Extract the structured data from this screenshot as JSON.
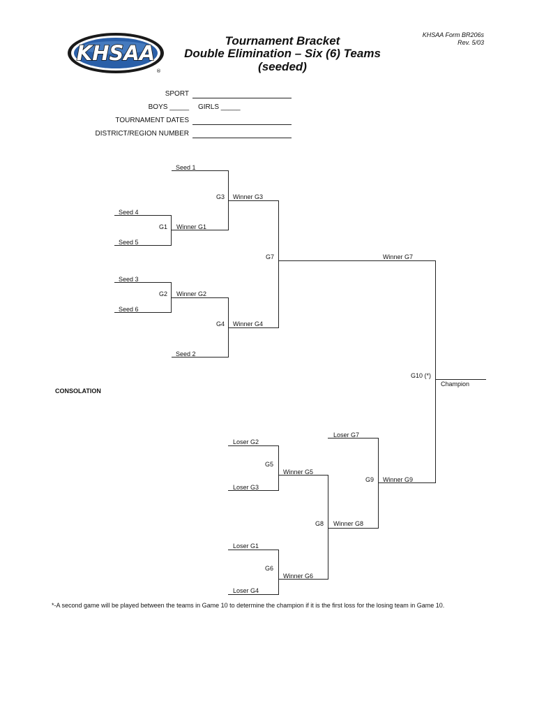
{
  "header": {
    "logo_text": "KHSAA",
    "title_line1": "Tournament Bracket",
    "title_line2": "Double Elimination – Six (6) Teams",
    "title_line3": "(seeded)",
    "form_id": "KHSAA Form BR206s",
    "rev": "Rev. 5/03"
  },
  "form": {
    "sport_label": "SPORT",
    "boys_label": "BOYS _____",
    "girls_label": "GIRLS _____",
    "dates_label": "TOURNAMENT DATES",
    "district_label": "DISTRICT/REGION NUMBER"
  },
  "bracket": {
    "seed1": "Seed 1",
    "seed2": "Seed 2",
    "seed3": "Seed 3",
    "seed4": "Seed 4",
    "seed5": "Seed 5",
    "seed6": "Seed 6",
    "g1": "G1",
    "g2": "G2",
    "g3": "G3",
    "g4": "G4",
    "g5": "G5",
    "g6": "G6",
    "g7": "G7",
    "g8": "G8",
    "g9": "G9",
    "g10": "G10  (*)",
    "winner_g1": "Winner G1",
    "winner_g2": "Winner G2",
    "winner_g3": "Winner G3",
    "winner_g4": "Winner G4",
    "winner_g5": "Winner G5",
    "winner_g6": "Winner G6",
    "winner_g7": "Winner G7",
    "winner_g8": "Winner G8",
    "winner_g9": "Winner G9",
    "loser_g1": "Loser G1",
    "loser_g2": "Loser G2",
    "loser_g3": "Loser G3",
    "loser_g4": "Loser G4",
    "loser_g7": "Loser G7",
    "champion": "Champion",
    "consolation": "CONSOLATION"
  },
  "footnote": "*-A second game will be played between the teams in Game 10 to determine the champion if it is the first loss for the losing team in Game 10."
}
